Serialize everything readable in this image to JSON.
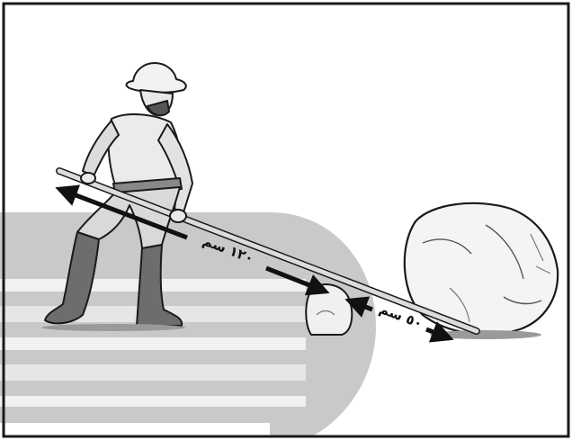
{
  "figure": {
    "long_arm_label": "١٢٠ سم",
    "short_arm_label": "٥٠ سم"
  },
  "colors": {
    "background": "#ffffff",
    "frame": "#1a1a1a",
    "backdrop_gray": "#c9c9c9",
    "backdrop_light": "#e3e3e3",
    "arrow": "#111111",
    "lever": "#dcdcdc",
    "figure_fill": "#e9e9e9",
    "figure_shadow": "#9a9a9a"
  },
  "icons": [
    "worker-figure",
    "lever-bar",
    "fulcrum-stone",
    "boulder",
    "double-arrow"
  ]
}
